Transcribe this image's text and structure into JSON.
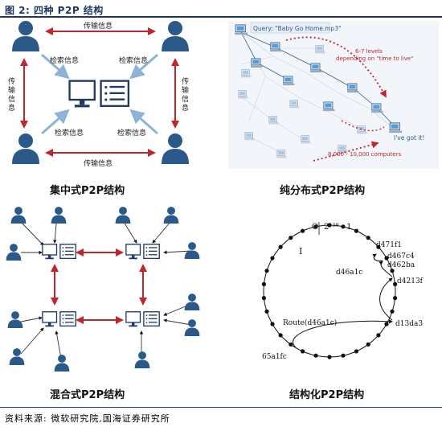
{
  "figure": {
    "title": "图 2:  四种 P2P 结构",
    "source": "资料来源:  微软研究院,国海证券研究所"
  },
  "centralized": {
    "caption": "集中式P2P结构",
    "transfer_label": "传输信息",
    "transfer_vertical": [
      "传",
      "输",
      "信",
      "息"
    ],
    "search_label": "检索信息"
  },
  "pure_distributed": {
    "caption": "纯分布式P2P结构",
    "query_text": "Query: \"Baby Go Home.mp3\"",
    "levels_line1": "6-7 levels",
    "levels_line2": "depending on \"time to live\"",
    "got_it": "I've got it!",
    "computers": "8,000 - 10,000 computers"
  },
  "hybrid": {
    "caption": "混合式P2P结构"
  },
  "structured": {
    "caption": "结构化P2P结构",
    "top_label_zero": "O",
    "top_label_max": "2¹²⁸ - 1",
    "nodes": [
      "d471f1",
      "d467c4",
      "d462ba",
      "d46a1c",
      "d4213f",
      "d13da3",
      "65a1fc"
    ],
    "route_label": "Route(d46a1c)"
  },
  "colors": {
    "person": "#2b5a8a",
    "red_arrow": "#c0272d",
    "blue_arrow": "#8fb2d9",
    "title_blue": "#1f3864"
  }
}
